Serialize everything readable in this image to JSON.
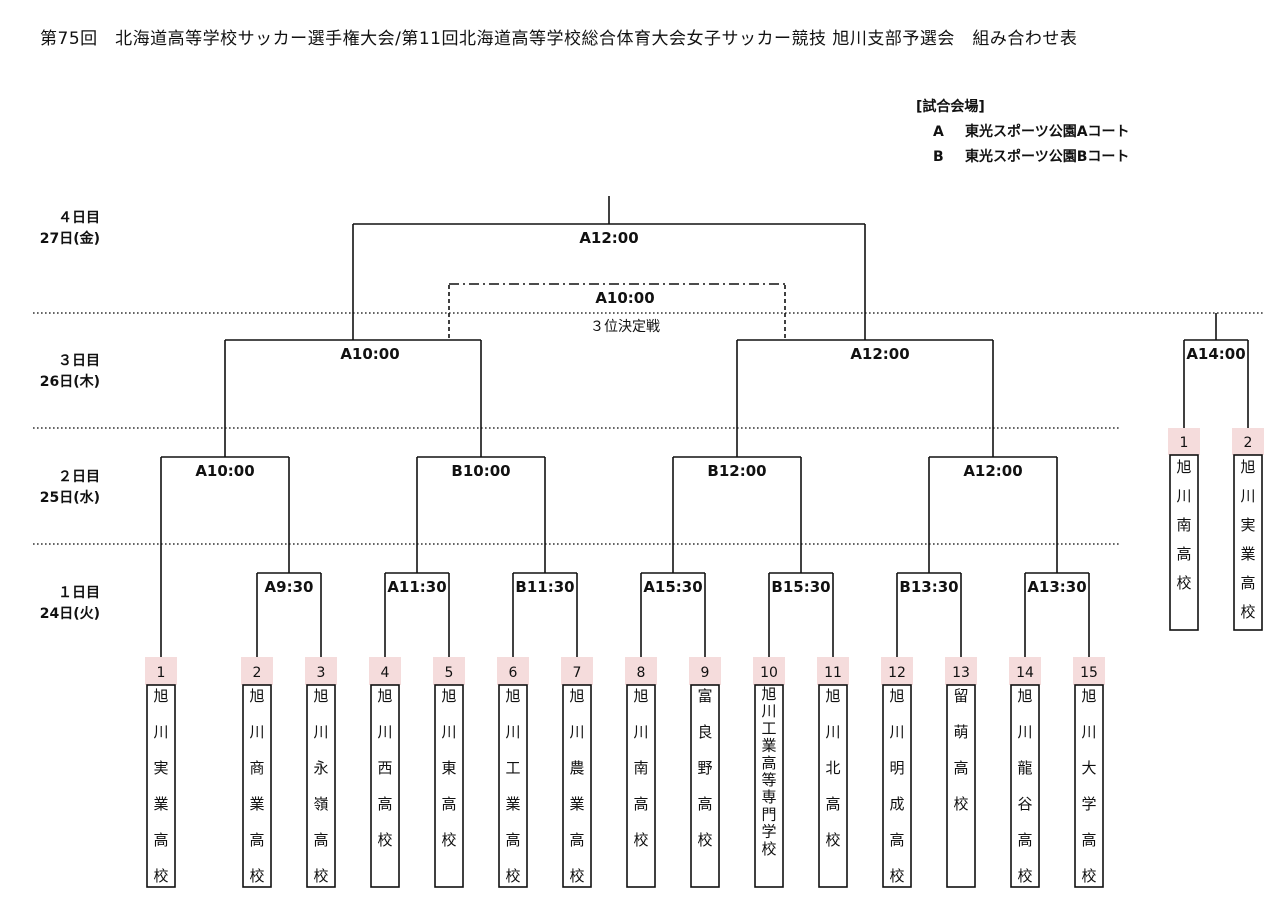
{
  "title": "第75回　北海道高等学校サッカー選手権大会/第11回北海道高等学校総合体育大会女子サッカー競技 旭川支部予選会　組み合わせ表",
  "venues": {
    "heading": "[試合会場]",
    "items": [
      {
        "code": "A",
        "name": "東光スポーツ公園Aコート"
      },
      {
        "code": "B",
        "name": "東光スポーツ公園Bコート"
      }
    ]
  },
  "days": [
    {
      "line1": "４日目",
      "line2": "27日(金)"
    },
    {
      "line1": "３日目",
      "line2": "26日(木)"
    },
    {
      "line1": "２日目",
      "line2": "25日(水)"
    },
    {
      "line1": "１日目",
      "line2": "24日(火)"
    }
  ],
  "boys": {
    "teams": [
      {
        "no": "1",
        "name": "旭川実業高校"
      },
      {
        "no": "2",
        "name": "旭川商業高校"
      },
      {
        "no": "3",
        "name": "旭川永嶺高校"
      },
      {
        "no": "4",
        "name": "旭川西高校"
      },
      {
        "no": "5",
        "name": "旭川東高校"
      },
      {
        "no": "6",
        "name": "旭川工業高校"
      },
      {
        "no": "7",
        "name": "旭川農業高校"
      },
      {
        "no": "8",
        "name": "旭川南高校"
      },
      {
        "no": "9",
        "name": "富良野高校"
      },
      {
        "no": "10",
        "name": "旭川工業高等専門学校"
      },
      {
        "no": "11",
        "name": "旭川北高校"
      },
      {
        "no": "12",
        "name": "旭川明成高校"
      },
      {
        "no": "13",
        "name": "留萌高校"
      },
      {
        "no": "14",
        "name": "旭川龍谷高校"
      },
      {
        "no": "15",
        "name": "旭川大学高校"
      }
    ],
    "round1": [
      "A9:30",
      "A11:30",
      "B11:30",
      "A15:30",
      "B15:30",
      "B13:30",
      "A13:30"
    ],
    "round2": [
      "A10:00",
      "B10:00",
      "B12:00",
      "A12:00"
    ],
    "semifinal": [
      "A10:00",
      "A12:00"
    ],
    "final": "A12:00",
    "third_place": {
      "time": "A10:00",
      "label": "３位決定戦"
    }
  },
  "girls": {
    "teams": [
      {
        "no": "1",
        "name": "旭川南高校"
      },
      {
        "no": "2",
        "name": "旭川実業高校"
      }
    ],
    "final": "A14:00"
  }
}
